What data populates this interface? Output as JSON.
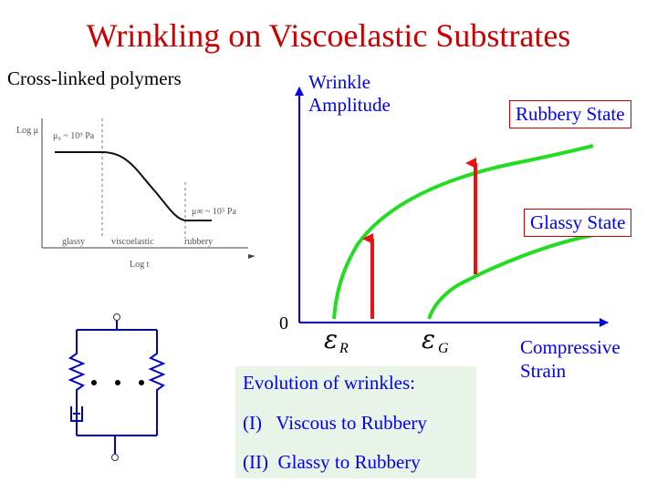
{
  "title": "Wrinkling on Viscoelastic Substrates",
  "subtitle": "Cross-linked polymers",
  "main_plot": {
    "y_label_line1": "Wrinkle",
    "y_label_line2": "Amplitude",
    "origin_label": "0",
    "x_label_line1": "Compressive",
    "x_label_line2": "Strain",
    "strain_marks": [
      {
        "symbol": "ε",
        "subscript": "R"
      },
      {
        "symbol": "ε",
        "subscript": "G"
      }
    ],
    "state_labels": {
      "rubbery": "Rubbery State",
      "glassy": "Glassy State"
    },
    "colors": {
      "axis": "#0000ff",
      "curve": "#22dd22",
      "arrow": "#ee1111",
      "box_border": "#cc0000"
    }
  },
  "modulus_inset": {
    "y_label": "Log μ",
    "x_label": "Log t",
    "upper_level": "μ₀ ~ 10⁹ Pa",
    "lower_level": "μ∞ ~ 10⁵ Pa",
    "regions": [
      "glassy",
      "viscoelastic",
      "rubbery"
    ]
  },
  "evolution_box": {
    "heading": "Evolution of wrinkles:",
    "items": [
      "(I)   Viscous to Rubbery",
      "(II)  Glassy to Rubbery"
    ],
    "background": "#eaf5ea"
  }
}
